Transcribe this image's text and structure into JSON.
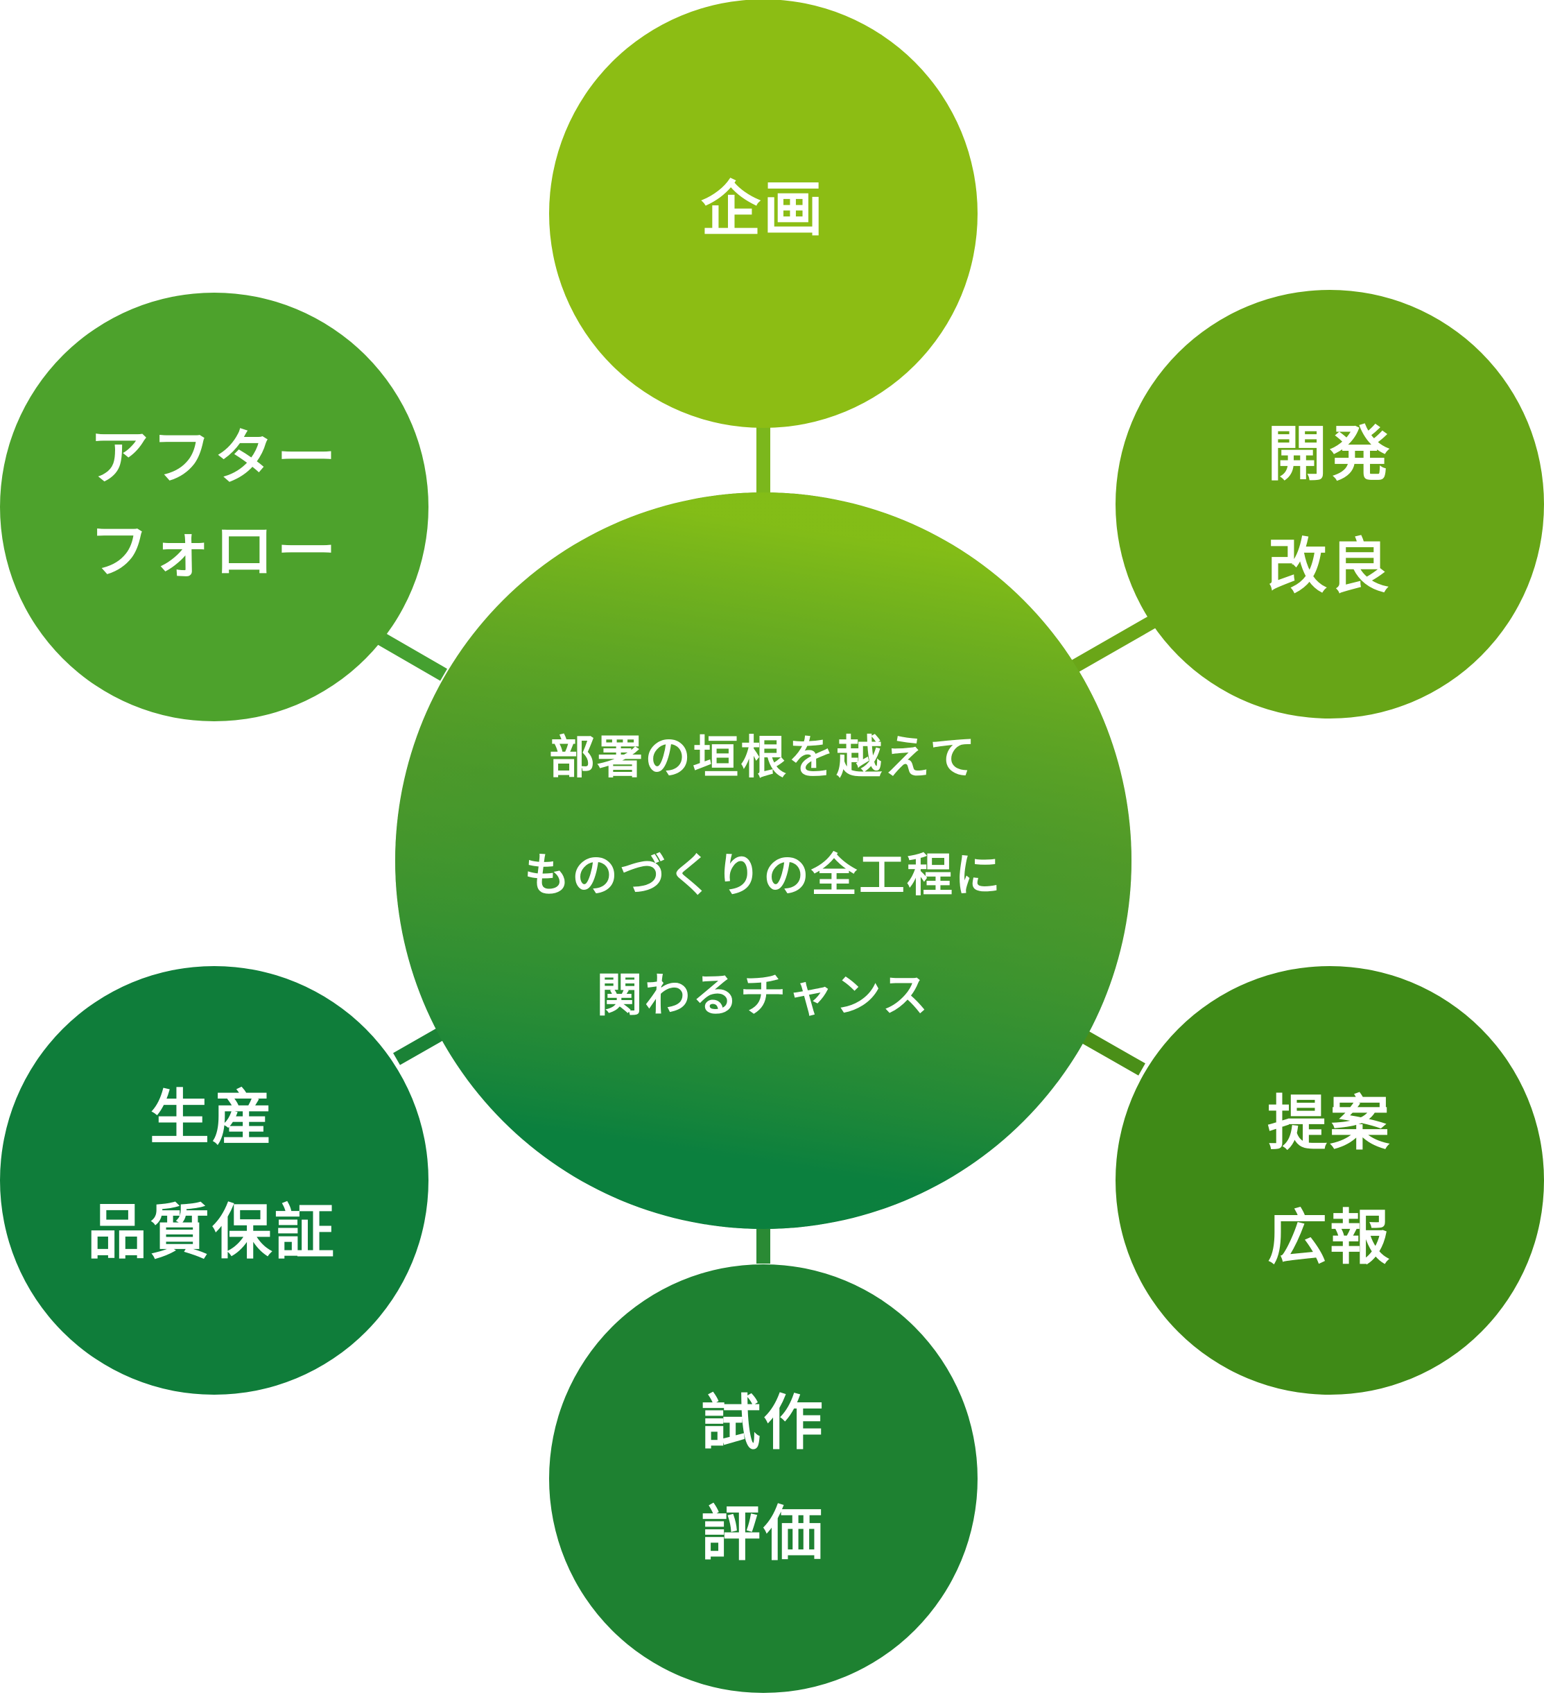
{
  "center": {
    "lines": [
      "部署の垣根を越えて",
      "ものづくりの全工程に",
      "関わるチャンス"
    ]
  },
  "nodes": [
    {
      "id": "planning",
      "lines": [
        "企画"
      ],
      "color": "#8cbd14"
    },
    {
      "id": "development",
      "lines": [
        "開発",
        "改良"
      ],
      "color": "#67a517"
    },
    {
      "id": "proposal",
      "lines": [
        "提案",
        "広報"
      ],
      "color": "#3f8a17"
    },
    {
      "id": "prototype",
      "lines": [
        "試作",
        "評価"
      ],
      "color": "#1e8131"
    },
    {
      "id": "production",
      "lines": [
        "生産",
        "品質保証"
      ],
      "color": "#0f7d3a"
    },
    {
      "id": "aftercare",
      "lines": [
        "アフター",
        "フォロー"
      ],
      "color": "#4da22c"
    }
  ],
  "colors": {
    "center_light": "#86bf16",
    "center_dark": "#057e40",
    "center_edge": "#4e9228"
  }
}
